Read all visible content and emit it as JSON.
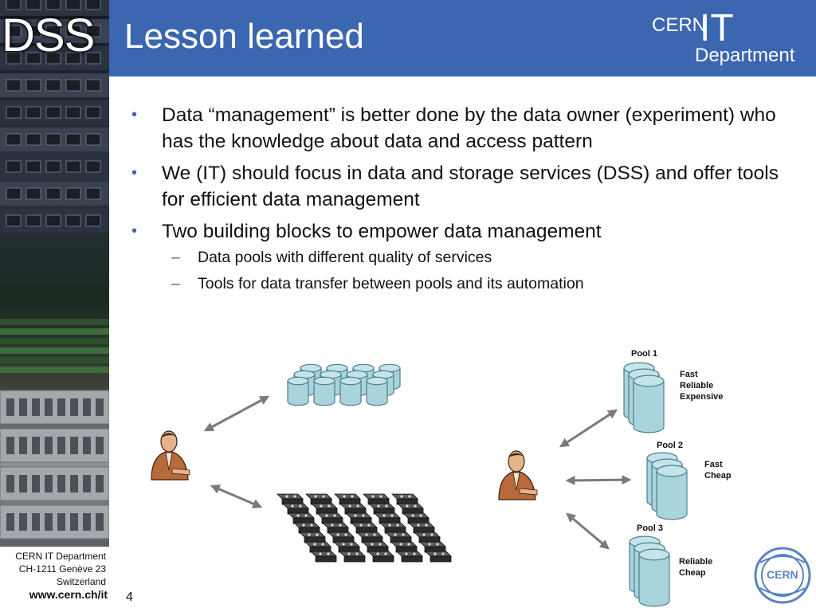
{
  "sidebar": {
    "badge": "DSS"
  },
  "header": {
    "title": "Lesson learned",
    "logo": {
      "cern": "CERN",
      "it": "IT",
      "department": "Department"
    }
  },
  "bullets": [
    "Data “management” is better done by the data owner (experiment) who has the knowledge about data and access pattern",
    "We (IT) should focus in data and storage services (DSS) and offer tools for efficient data management",
    "Two building blocks to empower data management"
  ],
  "subbullets": [
    "Data pools with different quality of services",
    "Tools for data transfer between pools and its automation"
  ],
  "pools": [
    {
      "name": "Pool 1",
      "line1": "Fast",
      "line2": "Reliable",
      "line3": "Expensive"
    },
    {
      "name": "Pool 2",
      "line1": "Fast",
      "line2": "Cheap"
    },
    {
      "name": "Pool 3",
      "line1": "Reliable",
      "line2": "Cheap"
    }
  ],
  "footer": {
    "line1": "CERN IT Department",
    "line2": "CH-1211 Genève 23",
    "line3": "Switzerland",
    "url": "www.cern.ch/it",
    "page": "4"
  },
  "bottom_logo": "CERN",
  "colors": {
    "header": "#3b66b0",
    "cylinder": "#a9d4dc",
    "cylinder_stroke": "#4d7f8b",
    "arrow": "#7a7a7a",
    "tape": "#2b2b2b"
  }
}
